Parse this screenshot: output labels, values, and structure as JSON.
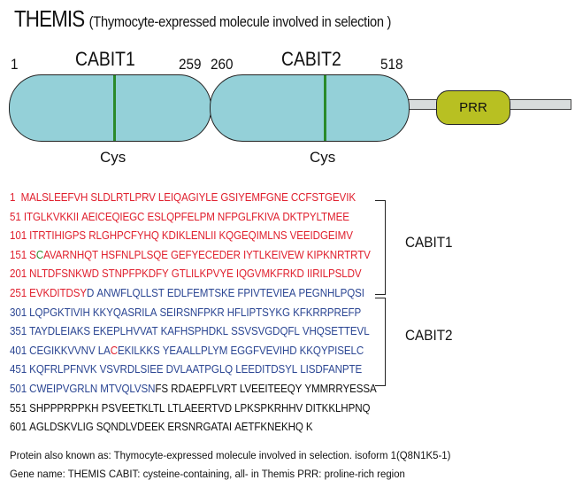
{
  "title": {
    "main": "THEMIS",
    "sub": "(Thymocyte-expressed molecule involved in selection )"
  },
  "diagram": {
    "positions": {
      "start": "1",
      "cabit1_end": "259",
      "cabit2_start": "260",
      "cabit2_end": "518"
    },
    "domains": [
      {
        "name": "CABIT1",
        "range": [
          1,
          259
        ],
        "marker": "Cys"
      },
      {
        "name": "CABIT2",
        "range": [
          260,
          518
        ],
        "marker": "Cys"
      }
    ],
    "prr_label": "PRR",
    "colors": {
      "domain": "#94d0d8",
      "cys_marker": "#2a8a2a",
      "prr": "#b8c022",
      "linker": "#d8dcdc"
    }
  },
  "sequence": {
    "colors": {
      "cabit1": "#e0202e",
      "cabit2": "#2b4693",
      "other": "#111111",
      "highlight_cys_in_cabit1": "#2f8f2f",
      "highlight_cys_in_cabit2": "#e0202e"
    },
    "rows": [
      {
        "segments": [
          {
            "t": "1  MALSLEEFVH SLDLRTLPRV LEIQAGIYLE GSIYEMFGNE CCFSTGEVIK",
            "c": "red"
          }
        ]
      },
      {
        "segments": [
          {
            "t": "51 ITGLKVKKII AEICEQIEGC ESLQPFELPM NFPGLFKIVA DKTPYLTMEE",
            "c": "red"
          }
        ]
      },
      {
        "segments": [
          {
            "t": "101 ITRTIHIGPS RLGHPCFYHQ KDIKLENLII KQGEQIMLNS VEEIDGEIMV",
            "c": "red"
          }
        ]
      },
      {
        "segments": [
          {
            "t": "151 S",
            "c": "red"
          },
          {
            "t": "C",
            "c": "green"
          },
          {
            "t": "AVARNHQT HSFNLPLSQE GEFYECEDER IYTLKEIVEW KIPKNRTRTV",
            "c": "red"
          }
        ]
      },
      {
        "segments": [
          {
            "t": "201 NLTDFSNKWD STNPFPKDFY GTLILKPVYE IQGVMKFRKD IIRILPSLDV",
            "c": "red"
          }
        ]
      },
      {
        "segments": [
          {
            "t": "251 EVKDITDSY",
            "c": "red"
          },
          {
            "t": "D ANWFLQLLST EDLFEMTSKE FPIVTEVIEA PEGNHLPQSI",
            "c": "blue"
          }
        ]
      },
      {
        "segments": [
          {
            "t": "301 LQPGKTIVIH KKYQASRILA SEIRSNFPKR HFLIPTSYKG KFKRRPREFP",
            "c": "blue"
          }
        ]
      },
      {
        "segments": [
          {
            "t": "351 TAYDLEIAKS EKEPLHVVAT KAFHSPHDKL SSVSVGDQFL VHQSETTEVL",
            "c": "blue"
          }
        ]
      },
      {
        "segments": [
          {
            "t": "401 CEGIKKVVNV LA",
            "c": "blue"
          },
          {
            "t": "C",
            "c": "red"
          },
          {
            "t": "EKILKKS YEAALLPLYM EGGFVEVIHD KKQYPISELC",
            "c": "blue"
          }
        ]
      },
      {
        "segments": [
          {
            "t": "451 KQFRLPFNVK VSVRDLSIEE DVLAATPGLQ LEEDITDSYL LISDFANPTE",
            "c": "blue"
          }
        ]
      },
      {
        "segments": [
          {
            "t": "501 CWEIPVGRLN MTVQLVSN",
            "c": "blue"
          },
          {
            "t": "FS RDAEPFLVRT LVEEITEEQY YMMRRYESSA",
            "c": "black"
          }
        ]
      },
      {
        "segments": [
          {
            "t": "551 SHPPPRPPKH PSVEETKLTL LTLAEERTVD LPKSPKRHHV DITKKLHPNQ",
            "c": "black"
          }
        ]
      },
      {
        "segments": [
          {
            "t": "601 AGLDSKVLIG SQNDLVDEEK ERSNRGATAI AETFKNEKHQ K",
            "c": "black"
          }
        ]
      }
    ],
    "brackets": [
      {
        "label": "CABIT1"
      },
      {
        "label": "CABIT2"
      }
    ]
  },
  "footer": {
    "line1": "Protein also known as:  Thymocyte-expressed molecule involved in selection. isoform 1(Q8N1K5-1)",
    "line2": "Gene name:  THEMIS    CABIT: cysteine-containing, all- in Themis   PRR: proline-rich region"
  }
}
